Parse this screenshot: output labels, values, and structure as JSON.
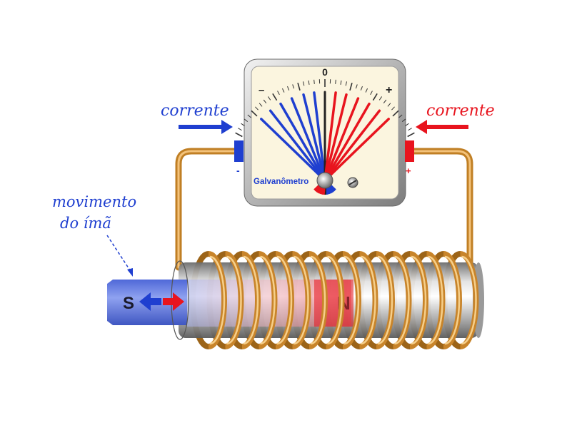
{
  "labels": {
    "left_current": "corrente",
    "right_current": "corrente",
    "motion_line1": "movimento",
    "motion_line2": "do  ímã",
    "gauge_name": "Galvanômetro",
    "scale_zero": "0",
    "scale_minus": "–",
    "scale_plus": "+",
    "terminal_left": "-",
    "terminal_right": "+",
    "magnet_south": "S",
    "magnet_north": "N"
  },
  "colors": {
    "negative_current": "#1f3fd0",
    "positive_current": "#e8141e",
    "wire": "#d99a3a",
    "magnet": "#6f86e8",
    "meter_frame": "#b9b9b9",
    "meter_face": "#fbf5df"
  },
  "icons": {
    "zero_adjust": "screw-icon"
  }
}
